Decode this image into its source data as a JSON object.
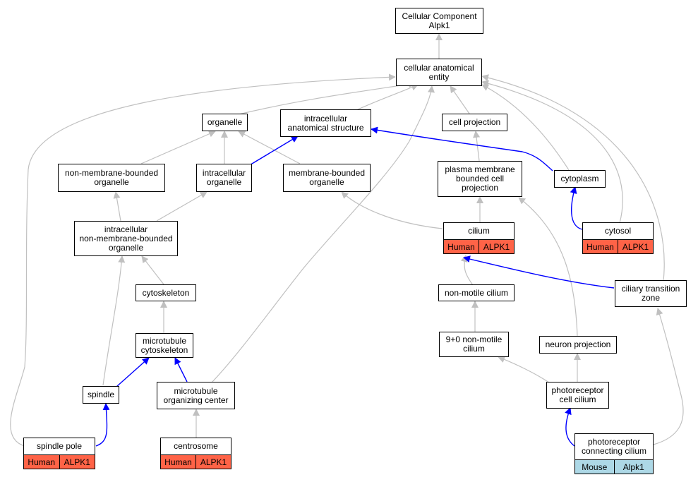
{
  "colors": {
    "is_a_edge": "#c0c0c0",
    "part_of_edge": "#0000ff",
    "human_annotation": "#ff6347",
    "mouse_annotation": "#add8e6"
  },
  "nodes": {
    "root": {
      "label": "Cellular Component\nAlpk1"
    },
    "cellular_anatomical_entity": {
      "label": "cellular anatomical\nentity"
    },
    "organelle": {
      "label": "organelle"
    },
    "intracellular_anatomical_structure": {
      "label": "intracellular\nanatomical structure"
    },
    "cell_projection": {
      "label": "cell projection"
    },
    "non_membrane_bounded_organelle": {
      "label": "non-membrane-bounded\norganelle"
    },
    "intracellular_organelle": {
      "label": "intracellular\norganelle"
    },
    "membrane_bounded_organelle": {
      "label": "membrane-bounded\norganelle"
    },
    "plasma_membrane_bounded_cell_projection": {
      "label": "plasma membrane\nbounded cell\nprojection"
    },
    "cytoplasm": {
      "label": "cytoplasm"
    },
    "intracellular_non_membrane_bounded_organelle": {
      "label": "intracellular\nnon-membrane-bounded\norganelle"
    },
    "cilium": {
      "label": "cilium",
      "species": "Human",
      "gene": "ALPK1"
    },
    "cytosol": {
      "label": "cytosol",
      "species": "Human",
      "gene": "ALPK1"
    },
    "cytoskeleton": {
      "label": "cytoskeleton"
    },
    "non_motile_cilium": {
      "label": "non-motile cilium"
    },
    "ciliary_transition_zone": {
      "label": "ciliary transition\nzone"
    },
    "microtubule_cytoskeleton": {
      "label": "microtubule\ncytoskeleton"
    },
    "nine_plus_zero_non_motile_cilium": {
      "label": "9+0 non-motile\ncilium"
    },
    "neuron_projection": {
      "label": "neuron projection"
    },
    "spindle": {
      "label": "spindle"
    },
    "microtubule_organizing_center": {
      "label": "microtubule\norganizing center"
    },
    "photoreceptor_cell_cilium": {
      "label": "photoreceptor\ncell cilium"
    },
    "spindle_pole": {
      "label": "spindle pole",
      "species": "Human",
      "gene": "ALPK1"
    },
    "centrosome": {
      "label": "centrosome",
      "species": "Human",
      "gene": "ALPK1"
    },
    "photoreceptor_connecting_cilium": {
      "label": "photoreceptor\nconnecting cilium",
      "species": "Mouse",
      "gene": "Alpk1"
    }
  }
}
